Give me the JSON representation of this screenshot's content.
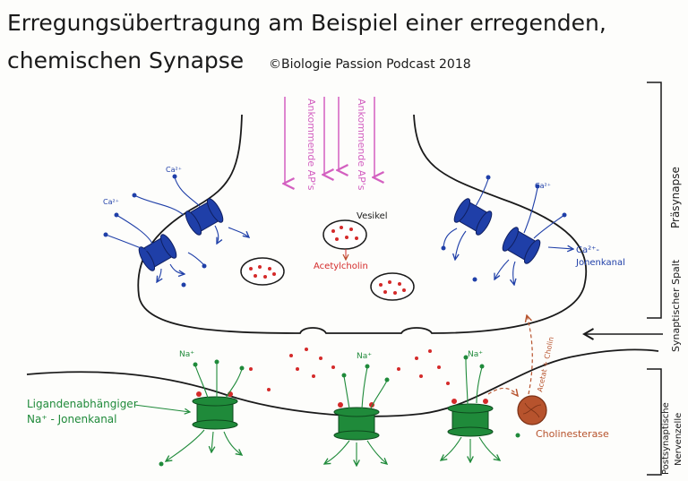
{
  "title": {
    "line1": "Erregungsübertragung am Beispiel einer erregenden,",
    "line2": "chemischen Synapse",
    "credit": "©Biologie Passion Podcast 2018"
  },
  "labels": {
    "ap1": "Ankommende AP's",
    "ap2": "Ankommende AP's",
    "vesikel": "Vesikel",
    "acetylcholin": "Acetylcholin",
    "ca_kanal_1": "Ca²⁺-",
    "ca_kanal_2": "Jonenkanal",
    "praesynapse": "Präsynapse",
    "spalt": "Synaptischer Spalt",
    "post_1": "Postsynaptische",
    "post_2": "Nervenzelle",
    "ligand_1": "Ligandenabhängiger",
    "ligand_2": "Na⁺ - Jonenkanal",
    "cholinesterase": "Cholinesterase",
    "recycle": "Acetat + Cholin",
    "ca_ion": "Ca²⁺",
    "na_ion": "Na⁺"
  },
  "colors": {
    "ink": "#1a1a1a",
    "magenta": "#d35fc0",
    "blue": "#1f3fa8",
    "green": "#1f8a3a",
    "red": "#d42a2a",
    "brown": "#b7532d"
  }
}
